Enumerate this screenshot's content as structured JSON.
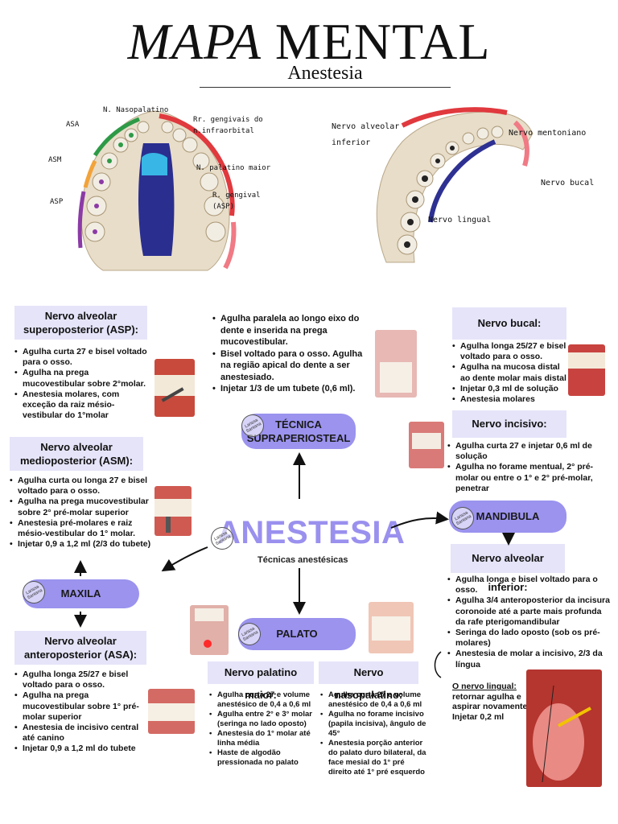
{
  "header": {
    "title_part1": "MAPA",
    "title_part2": "MENTAL",
    "subtitle": "Anestesia"
  },
  "maxilla_labels": {
    "asa": "ASA",
    "asm": "ASM",
    "asp": "ASP",
    "nasopalatino": "N. Nasopalatino",
    "gengivais": "Rr. gengivais do",
    "gengivais2": "n.infraorbital",
    "palatino_maior": "N. palatino maior",
    "gengival": "R. gengival",
    "gengival2": "(ASP)"
  },
  "mandible_labels": {
    "alveolar": "Nervo alveolar",
    "alveolar2": "inferior",
    "mentoniano": "Nervo mentoniano",
    "bucal": "Nervo bucal",
    "lingual": "Nervo lingual"
  },
  "center": {
    "title": "ANESTESIA",
    "subtitle": "Técnicas anestésicas",
    "stamp": "Larissa Santana"
  },
  "pills": {
    "supraperiosteal_1": "TÉCNICA",
    "supraperiosteal_2": "SUPRAPERIOSTEAL",
    "mandibula": "MANDIBULA",
    "maxila": "MAXILA",
    "palato": "PALATO"
  },
  "asp": {
    "title": "Nervo alveolar superoposterior (ASP):",
    "items": [
      "Agulha curta 27 e bisel voltado para o osso.",
      "Agulha na prega mucovestibular sobre 2°molar.",
      "Anestesia molares, com exceção da raiz mésio-vestibular do 1°molar"
    ]
  },
  "asm": {
    "title": "Nervo alveolar medioposterior (ASM):",
    "items": [
      "Agulha curta ou longa 27 e bisel voltado para  o osso.",
      "Agulha na prega mucovestibular sobre  2° pré-molar superior",
      "Anestesia  pré-molares e raiz mésio-vestibular do 1° molar.",
      "Injetar 0,9 a 1,2 ml (2/3 do tubete)"
    ]
  },
  "asa": {
    "title": "Nervo alveolar anteroposterior (ASA):",
    "items": [
      "Agulha longa 25/27 e bisel voltado para o osso.",
      "Agulha na prega mucovestibular sobre  1° pré-molar superior",
      "Anestesia de incisivo central até canino",
      "Injetar 0,9 a 1,2 ml do tubete"
    ]
  },
  "supraperiosteal": {
    "items": [
      "Agulha paralela ao longo eixo do dente e inserida na prega mucovestibular.",
      "Bisel voltado para o osso. Agulha na região apical do dente a ser anestesiado.",
      "Injetar 1/3 de um tubete (0,6 ml)."
    ]
  },
  "bucal": {
    "title": "Nervo bucal:",
    "items": [
      "Agulha longa 25/27 e bisel voltado para o osso.",
      "Agulha na mucosa distal ao dente molar mais distal",
      "Injetar 0,3 ml de solução",
      "Anestesia molares"
    ]
  },
  "incisivo": {
    "title": "Nervo incisivo:",
    "items": [
      "Agulha curta 27 e injetar 0,6 ml de solução",
      "Agulha no forame mentual, 2° pré-molar ou entre o 1° e 2° pré-molar, penetrar"
    ]
  },
  "alveolar_inferior": {
    "title": "Nervo alveolar inferior:",
    "items": [
      "Agulha longa e bisel voltado para o osso.",
      "Agulha 3/4 anteroposterior da incisura coronoide até a parte mais profunda da rafe pterigomandibular",
      "Seringa do lado oposto (sob os pré-molares)",
      "Anestesia de molar a incisivo, 2/3 da língua"
    ],
    "lingual_1": "O nervo lingual:",
    "lingual_2": "retornar agulha e aspirar novamente.",
    "lingual_3": "Injetar 0,2 ml"
  },
  "palatino_maior": {
    "title": "Nervo palatino maior:",
    "items": [
      "Agulha curta 27 e volume anestésico de 0,4 a 0,6 ml",
      "Agulha entre 2° e 3° molar (seringa no lado oposto)",
      "Anestesia do 1° molar até linha média",
      "Haste de algodão pressionada no palato"
    ]
  },
  "nasopalatino": {
    "title": "Nervo nasopalatino:",
    "items": [
      "Agulha curta 27 e volume anestésico de 0,4 a 0,6 ml",
      "Agulha no forame incisivo (papila incisiva), ângulo de 45°",
      "Anestesia porção anterior do palato duro bilateral, da face mesial do 1° pré direito até 1° pré esquerdo"
    ]
  },
  "colors": {
    "pill": "#9b93ee",
    "heading_box": "#e5e4f9",
    "center_title": "#9a90ee",
    "nerve_red": "#e0393e",
    "nerve_blue": "#2e3192",
    "nerve_pink": "#f07a85",
    "nerve_green": "#2e9a47",
    "nerve_purple": "#8b3aa6"
  }
}
